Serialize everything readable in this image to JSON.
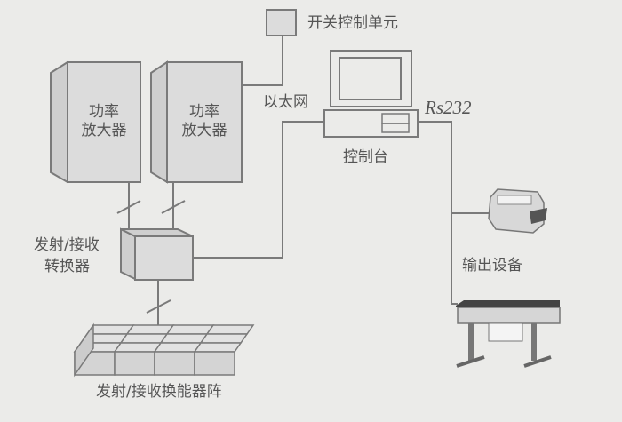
{
  "labels": {
    "switch_unit": "开关控制单元",
    "power_amp_1_line1": "功率",
    "power_amp_1_line2": "放大器",
    "power_amp_2_line1": "功率",
    "power_amp_2_line2": "放大器",
    "ethernet": "以太网",
    "rs232": "Rs232",
    "console": "控制台",
    "converter_line1": "发射/接收",
    "converter_line2": "转换器",
    "output_device": "输出设备",
    "transducer_array": "发射/接收换能器阵"
  }
}
